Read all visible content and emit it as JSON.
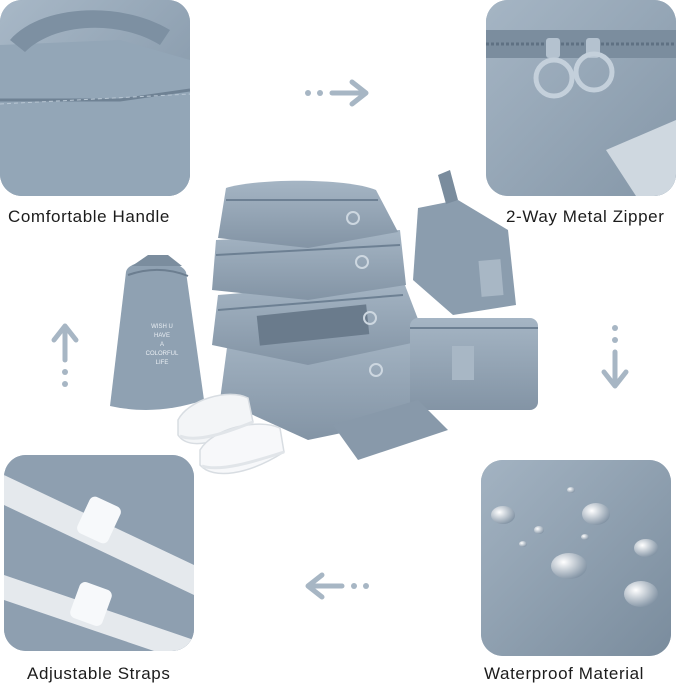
{
  "features": [
    {
      "label": "Comfortable Handle",
      "icon": "handle-closeup"
    },
    {
      "label": "2-Way Metal Zipper",
      "icon": "zipper-closeup"
    },
    {
      "label": "Adjustable Straps",
      "icon": "straps-closeup"
    },
    {
      "label": "Waterproof Material",
      "icon": "water-drops-closeup"
    }
  ],
  "bag_print": {
    "drawstring_text": [
      "WISH U",
      "HAVE",
      "A",
      "COLORFUL",
      "LIFE"
    ]
  },
  "colors": {
    "fabric": "#97a8b8",
    "fabric_dark": "#7b8c9c",
    "arrow": "#a7b6c4",
    "caption": "#1c1c1c"
  },
  "arrows": [
    "arrow-right",
    "arrow-down",
    "arrow-left",
    "arrow-up"
  ]
}
